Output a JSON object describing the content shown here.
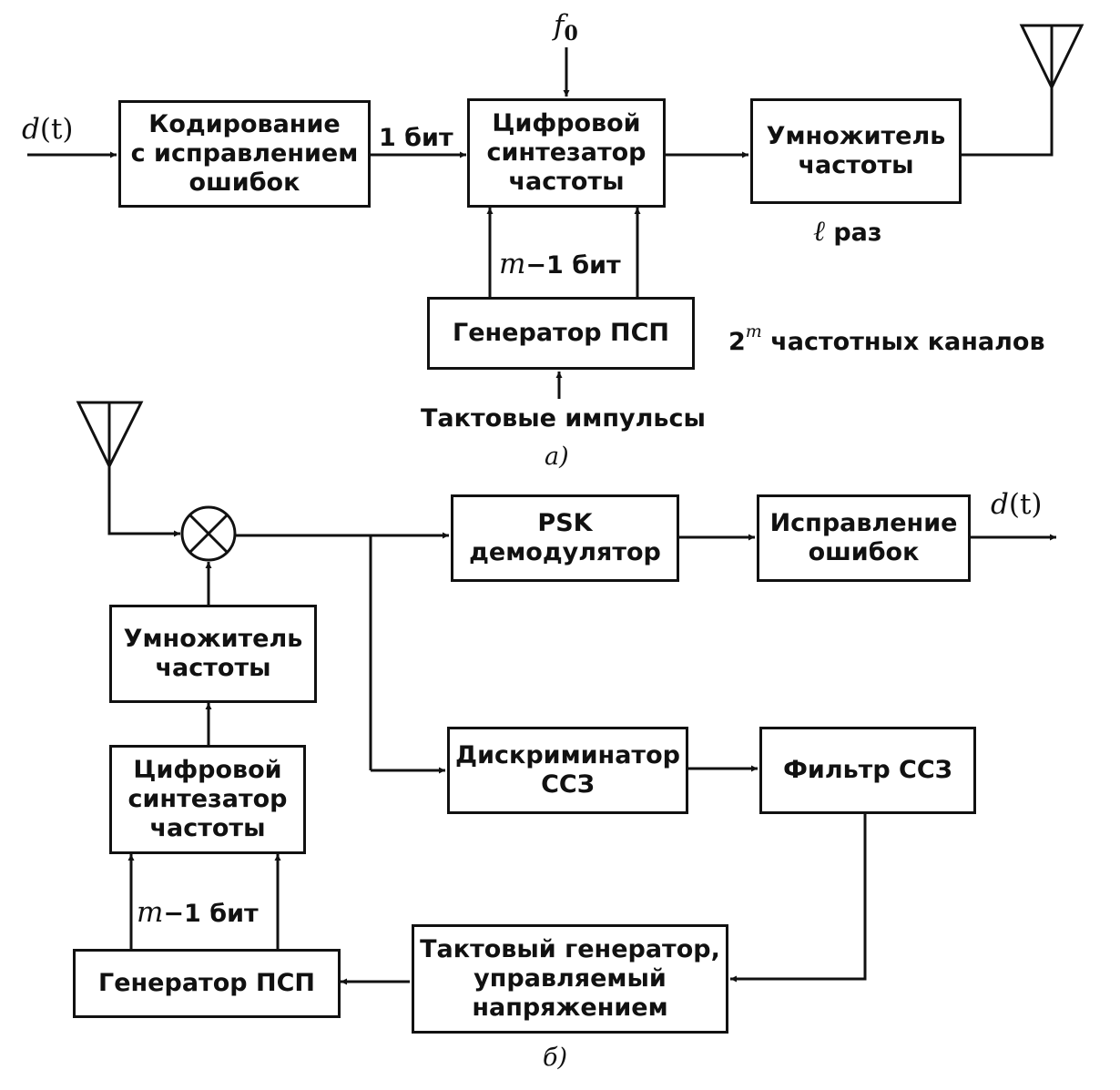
{
  "diagram_a": {
    "caption": "а)",
    "input_signal": "d(t)",
    "input_signal_func": "d",
    "input_signal_arg": "(t)",
    "coding_block": "Кодирование\nс исправлением\nошибок",
    "bit_label": "1 бит",
    "f0_symbol": "f",
    "f0_sub": "0",
    "synth_block": "Цифровой\nсинтезатор\nчастоты",
    "multiplier_block": "Умножитель\nчастоты",
    "mult_times_symbol": "ℓ",
    "mult_times_text": "раз",
    "m_bits_var": "m",
    "m_bits_rest": "−1 бит",
    "pn_block": "Генератор ПСП",
    "channels_base": "2",
    "channels_exp": "m",
    "channels_text": "частотных каналов",
    "clock_label": "Тактовые импульсы"
  },
  "diagram_b": {
    "caption": "б)",
    "psk_block": "PSK\nдемодулятор",
    "error_block": "Исправление\nошибок",
    "output_signal_func": "d",
    "output_signal_arg": "(t)",
    "multiplier_block": "Умножитель\nчастоты",
    "synth_block": "Цифровой\nсинтезатор\nчастоты",
    "discriminator_block": "Дискриминатор\nССЗ",
    "filter_block": "Фильтр ССЗ",
    "m_bits_var": "m",
    "m_bits_rest": "−1 бит",
    "pn_block": "Генератор ПСП",
    "vco_block": "Тактовый генератор,\nуправляемый\nнапряжением"
  }
}
